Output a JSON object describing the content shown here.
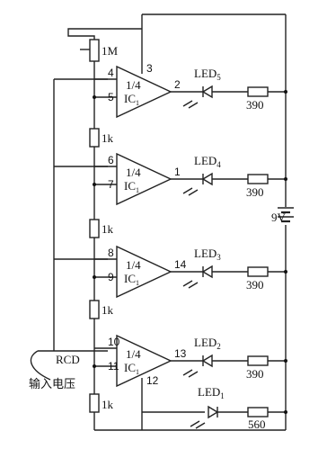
{
  "labels": {
    "pot": "1M",
    "r_div_1": "1k",
    "r_div_2": "1k",
    "r_div_3": "1k",
    "r_div_4": "1k",
    "battery": "9V",
    "rcd": "RCD",
    "input": "输入电压"
  },
  "stages": [
    {
      "frac": "1/4",
      "ic": "IC",
      "ic_sub": "1",
      "pin_inv": "4",
      "pin_non": "5",
      "pin_out": "2",
      "pin_pwr": "3",
      "led": "LED",
      "led_sub": "5",
      "resistor": "390"
    },
    {
      "frac": "1/4",
      "ic": "IC",
      "ic_sub": "1",
      "pin_inv": "6",
      "pin_non": "7",
      "pin_out": "1",
      "led": "LED",
      "led_sub": "4",
      "resistor": "390"
    },
    {
      "frac": "1/4",
      "ic": "IC",
      "ic_sub": "1",
      "pin_inv": "8",
      "pin_non": "9",
      "pin_out": "14",
      "led": "LED",
      "led_sub": "3",
      "resistor": "390"
    },
    {
      "frac": "1/4",
      "ic": "IC",
      "ic_sub": "1",
      "pin_inv": "10",
      "pin_non": "11",
      "pin_out": "13",
      "pin_gnd": "12",
      "led": "LED",
      "led_sub": "2",
      "resistor": "390"
    }
  ],
  "power_led": {
    "led": "LED",
    "led_sub": "1",
    "resistor": "560"
  }
}
